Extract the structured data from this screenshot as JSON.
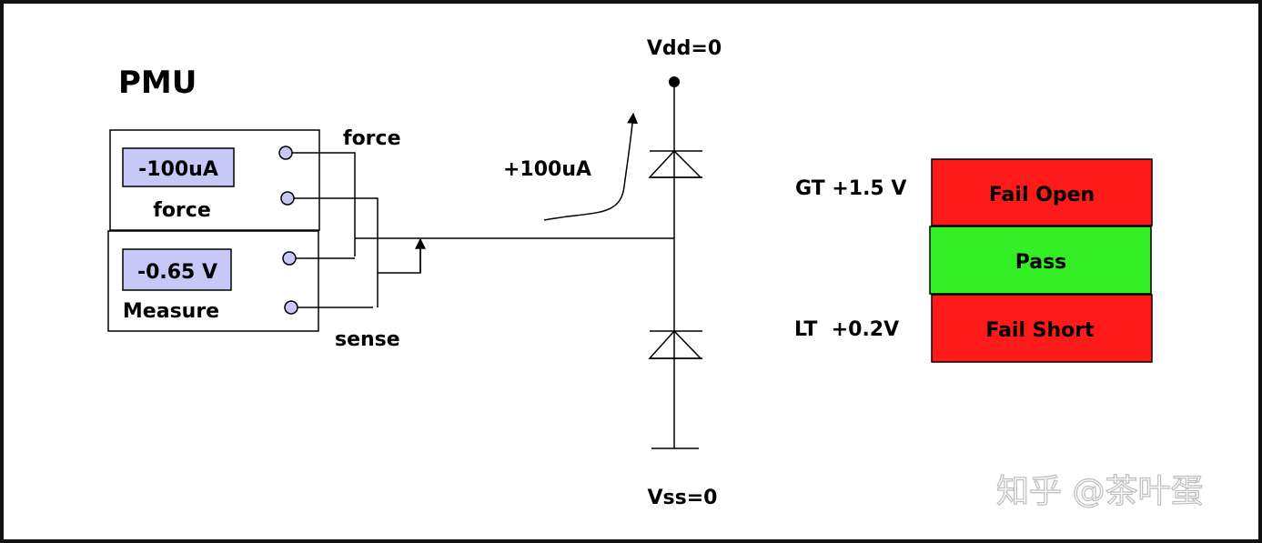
{
  "title": "PMU",
  "pmu": {
    "force_unit": {
      "display": "-100uA",
      "label": "force"
    },
    "measure_unit": {
      "display": "-0.65 V",
      "label": "Measure"
    },
    "force_line_label": "force",
    "sense_line_label": "sense"
  },
  "circuit": {
    "current_label": "+100uA",
    "vdd_label": "Vdd=0",
    "vss_label": "Vss=0"
  },
  "thresholds": {
    "gt_label": "GT +1.5 V",
    "lt_label": "LT  +0.2V"
  },
  "result_bands": [
    {
      "label": "Fail Open",
      "color": "#ff1a1a"
    },
    {
      "label": "Pass",
      "color": "#33ee22"
    },
    {
      "label": "Fail Short",
      "color": "#ff1a1a"
    }
  ],
  "colors": {
    "display_fill": "#c8c8f8",
    "terminal_fill": "#c8c8f8"
  },
  "watermark": "知乎 @茶叶蛋"
}
